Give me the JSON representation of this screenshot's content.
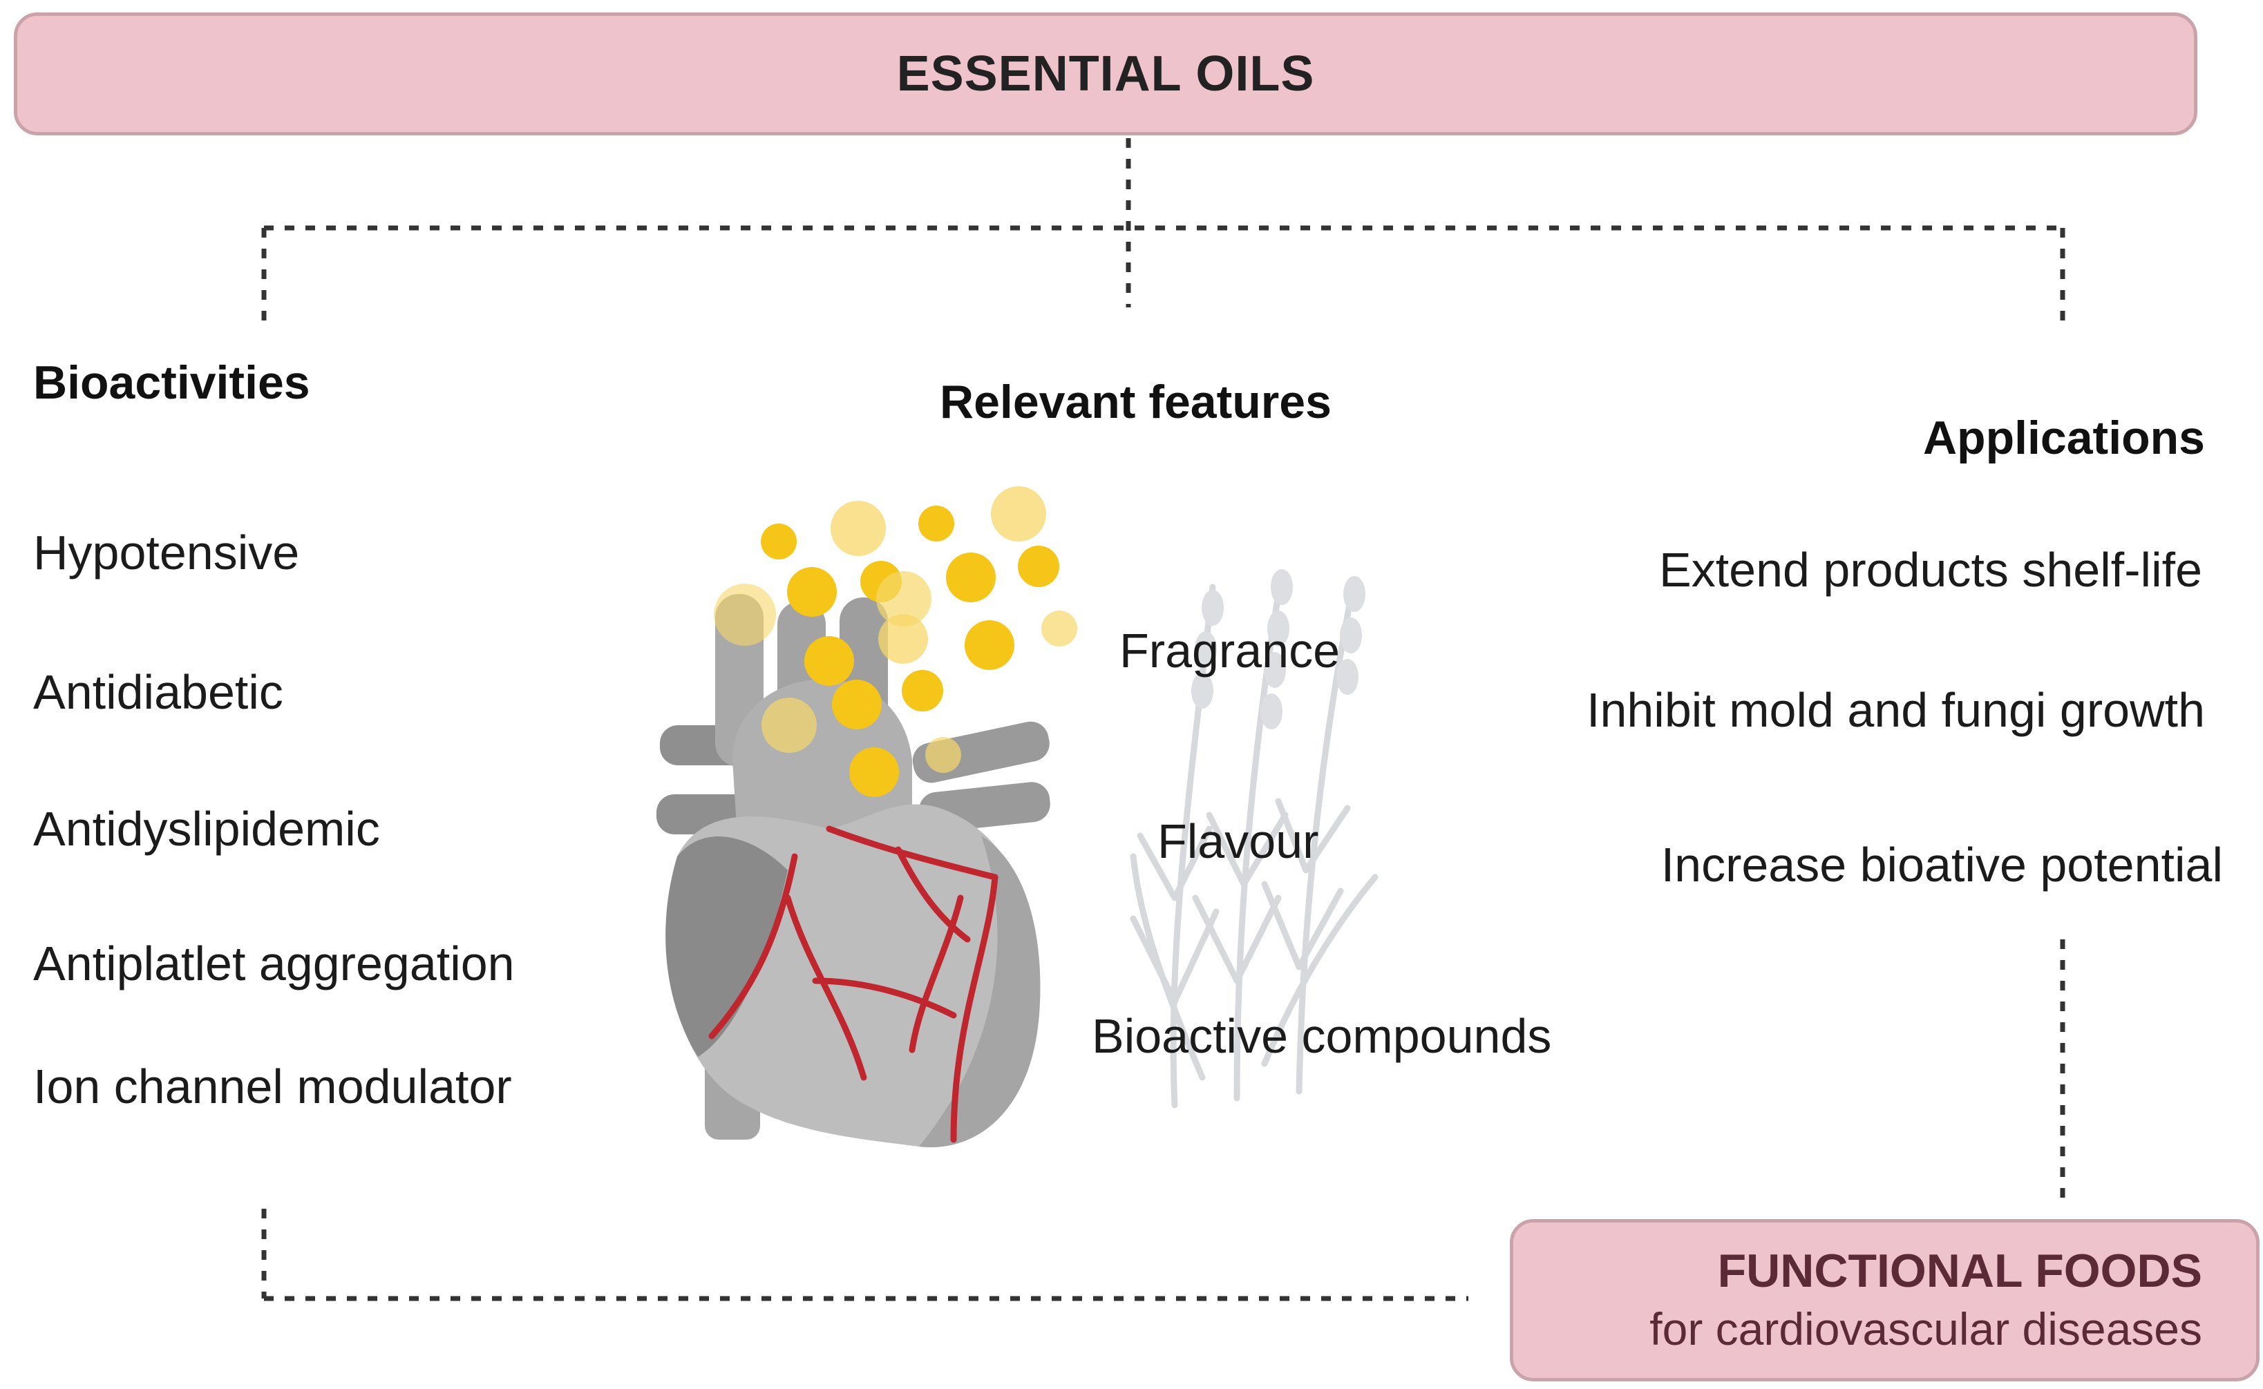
{
  "header": {
    "title": "ESSENTIAL OILS"
  },
  "columns": {
    "bioactivities": {
      "heading": "Bioactivities",
      "items": [
        "Hypotensive",
        "Antidiabetic",
        "Antidyslipidemic",
        "Antiplatlet aggregation",
        "Ion channel modulator"
      ]
    },
    "features": {
      "heading": "Relevant features",
      "items": [
        "Fragrance",
        "Flavour",
        "Bioactive compounds"
      ]
    },
    "applications": {
      "heading": "Applications",
      "items": [
        "Extend products shelf-life",
        "Inhibit mold and fungi growth",
        "Increase bioative potential"
      ]
    }
  },
  "footer": {
    "title": "FUNCTIONAL FOODS",
    "subtitle": "for cardiovascular diseases"
  },
  "colors": {
    "box_fill": "#efc3cb",
    "box_border": "#c9a2aa",
    "heart_grey": "#b9b9b9",
    "vessel_red": "#c0262d",
    "oil_yellow": "#f5c518",
    "lavender_grey": "#d4d6da"
  },
  "icons": [
    "heart-illustration",
    "oil-droplets",
    "lavender-illustration"
  ]
}
